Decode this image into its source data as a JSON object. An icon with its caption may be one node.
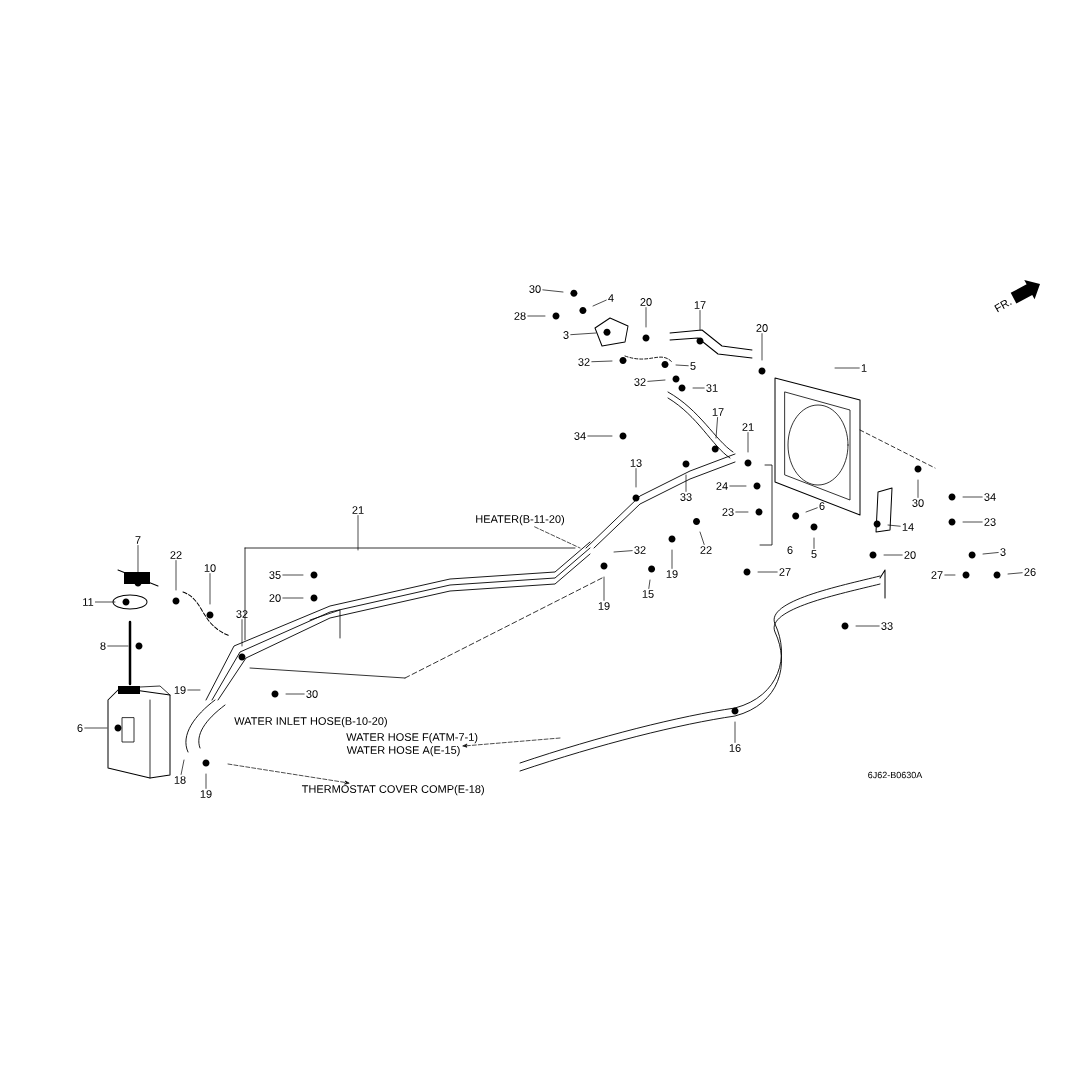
{
  "diagram": {
    "nodes": [
      {
        "text": [
          "30"
        ]
      },
      {
        "text": [
          "4"
        ]
      },
      {
        "text": [
          "28"
        ]
      },
      {
        "text": [
          "20"
        ]
      },
      {
        "text": [
          "17"
        ]
      },
      {
        "text": [
          "20"
        ]
      },
      {
        "text": [
          "3"
        ]
      },
      {
        "text": [
          "32"
        ]
      },
      {
        "text": [
          "5"
        ]
      },
      {
        "text": [
          "1"
        ]
      },
      {
        "text": [
          "32"
        ]
      },
      {
        "text": [
          "31"
        ]
      },
      {
        "text": [
          "17"
        ]
      },
      {
        "text": [
          "21"
        ]
      },
      {
        "text": [
          "34"
        ]
      },
      {
        "text": [
          "13"
        ]
      },
      {
        "text": [
          "33"
        ]
      },
      {
        "text": [
          "24"
        ]
      },
      {
        "text": [
          "23"
        ]
      },
      {
        "text": [
          "22"
        ]
      },
      {
        "text": [
          "27"
        ]
      },
      {
        "text": [
          "6"
        ]
      },
      {
        "text": [
          "5"
        ]
      },
      {
        "text": [
          "30"
        ]
      },
      {
        "text": [
          "14"
        ]
      },
      {
        "text": [
          "34"
        ]
      },
      {
        "text": [
          "23"
        ]
      },
      {
        "text": [
          "3"
        ]
      },
      {
        "text": [
          "20"
        ]
      },
      {
        "text": [
          "26"
        ]
      },
      {
        "text": [
          "27"
        ]
      },
      {
        "text": [
          "33"
        ]
      },
      {
        "text": [
          "15"
        ]
      },
      {
        "text": [
          "19"
        ]
      },
      {
        "text": [
          "19"
        ]
      },
      {
        "text": [
          "16"
        ]
      },
      {
        "text": [
          "21"
        ]
      },
      {
        "text": [
          "HEATER(B-11-20)"
        ]
      },
      {
        "text": [
          "32"
        ]
      },
      {
        "text": [
          "35"
        ]
      },
      {
        "text": [
          "20"
        ]
      },
      {
        "text": [
          "32"
        ]
      },
      {
        "text": [
          "19"
        ]
      },
      {
        "text": [
          "30"
        ]
      },
      {
        "text": [
          "7"
        ]
      },
      {
        "text": [
          "22"
        ]
      },
      {
        "text": [
          "10"
        ]
      },
      {
        "text": [
          "11"
        ]
      },
      {
        "text": [
          "8"
        ]
      },
      {
        "text": [
          "6"
        ]
      },
      {
        "text": [
          "18"
        ]
      },
      {
        "text": [
          "19"
        ]
      },
      {
        "text": [
          "WATER HOSE A(E-15)"
        ]
      },
      {
        "text": [
          "THERMOSTAT COVER COMP(E-18)"
        ]
      }
    ],
    "edges": [
      {
        "from": 0,
        "to": null,
        "arrow": "none"
      },
      {
        "from": 1,
        "to": null,
        "arrow": "none"
      },
      {
        "from": 2,
        "to": null,
        "arrow": "none"
      },
      {
        "from": 3,
        "to": null,
        "arrow": "none"
      },
      {
        "from": 4,
        "to": null,
        "arrow": "none"
      },
      {
        "from": 5,
        "to": null,
        "arrow": "none"
      },
      {
        "from": 6,
        "to": null,
        "arrow": "none"
      },
      {
        "from": 7,
        "to": null,
        "arrow": "none"
      },
      {
        "from": 8,
        "to": null,
        "arrow": "none"
      },
      {
        "from": 9,
        "to": null,
        "arrow": "none"
      },
      {
        "from": 10,
        "to": null,
        "arrow": "none"
      },
      {
        "from": 11,
        "to": null,
        "arrow": "none"
      },
      {
        "from": 12,
        "to": null,
        "arrow": "none"
      },
      {
        "from": 13,
        "to": null,
        "arrow": "none"
      },
      {
        "from": 14,
        "to": null,
        "arrow": "none"
      },
      {
        "from": 15,
        "to": null,
        "arrow": "none"
      },
      {
        "from": 16,
        "to": null,
        "arrow": "none"
      },
      {
        "from": 17,
        "to": null,
        "arrow": "none"
      },
      {
        "from": 18,
        "to": null,
        "arrow": "none"
      },
      {
        "from": 19,
        "to": null,
        "arrow": "none"
      },
      {
        "from": 20,
        "to": null,
        "arrow": "none"
      },
      {
        "from": 21,
        "to": null,
        "arrow": "none"
      },
      {
        "from": 22,
        "to": null,
        "arrow": "none"
      },
      {
        "from": 23,
        "to": null,
        "arrow": "none"
      },
      {
        "from": 24,
        "to": null,
        "arrow": "none"
      },
      {
        "from": 25,
        "to": null,
        "arrow": "none"
      },
      {
        "from": 26,
        "to": null,
        "arrow": "none"
      },
      {
        "from": 27,
        "to": null,
        "arrow": "none"
      },
      {
        "from": 28,
        "to": null,
        "arrow": "none"
      },
      {
        "from": 29,
        "to": null,
        "arrow": "none"
      },
      {
        "from": 30,
        "to": null,
        "arrow": "none"
      },
      {
        "from": 31,
        "to": null,
        "arrow": "none"
      },
      {
        "from": 32,
        "to": null,
        "arrow": "none"
      },
      {
        "from": 33,
        "to": null,
        "arrow": "none"
      },
      {
        "from": 34,
        "to": null,
        "arrow": "none"
      },
      {
        "from": 35,
        "to": null,
        "arrow": "none"
      },
      {
        "from": 36,
        "to": null,
        "arrow": "none"
      },
      {
        "from": 37,
        "to": null,
        "arrow": "none",
        "style": "dashed"
      },
      {
        "from": 38,
        "to": null,
        "arrow": "none"
      },
      {
        "from": 39,
        "to": null,
        "arrow": "none"
      },
      {
        "from": 40,
        "to": null,
        "arrow": "none"
      },
      {
        "from": 41,
        "to": null,
        "arrow": "none"
      },
      {
        "from": 42,
        "to": null,
        "arrow": "none"
      },
      {
        "from": 43,
        "to": null,
        "arrow": "none"
      },
      {
        "from": 44,
        "to": null,
        "arrow": "none"
      },
      {
        "from": 45,
        "to": null,
        "arrow": "none"
      },
      {
        "from": 46,
        "to": null,
        "arrow": "none"
      },
      {
        "from": 47,
        "to": null,
        "arrow": "none"
      },
      {
        "from": 48,
        "to": null,
        "arrow": "none"
      },
      {
        "from": 49,
        "to": null,
        "arrow": "none"
      },
      {
        "from": 50,
        "to": null,
        "arrow": "none"
      },
      {
        "from": 51,
        "to": null,
        "arrow": "none"
      },
      {
        "from": null,
        "to": 52,
        "arrow": "to",
        "style": "dashed"
      },
      {
        "from": null,
        "to": 53,
        "arrow": "to",
        "style": "dashed"
      }
    ],
    "labels": [
      "FR.",
      "WATER INLET HOSE(B-10-20)",
      "WATER HOSE F(ATM-7-1)",
      "6",
      "6J62-B0630A"
    ]
  }
}
